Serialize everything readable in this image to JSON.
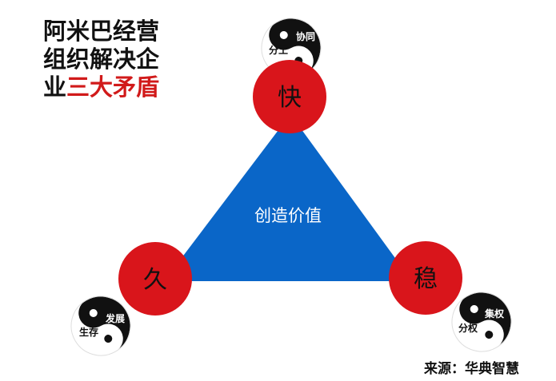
{
  "title": {
    "line1": "阿米巴经营",
    "line2": "组织解决企",
    "line3_prefix": "业",
    "line3_highlight": "三大矛盾"
  },
  "center_label": "创造价值",
  "nodes": {
    "top": {
      "label": "快",
      "yinyang": {
        "white_side": "分工",
        "black_side": "协同"
      }
    },
    "left": {
      "label": "久",
      "yinyang": {
        "white_side": "生存",
        "black_side": "发展"
      }
    },
    "right": {
      "label": "稳",
      "yinyang": {
        "white_side": "分权",
        "black_side": "集权"
      }
    }
  },
  "source": "来源：华典智慧",
  "colors": {
    "triangle": "#0a66c8",
    "node_circle": "#d9151b",
    "title_accent": "#d11a1a",
    "text": "#111111"
  },
  "icons": [
    "yin-yang-icon"
  ]
}
